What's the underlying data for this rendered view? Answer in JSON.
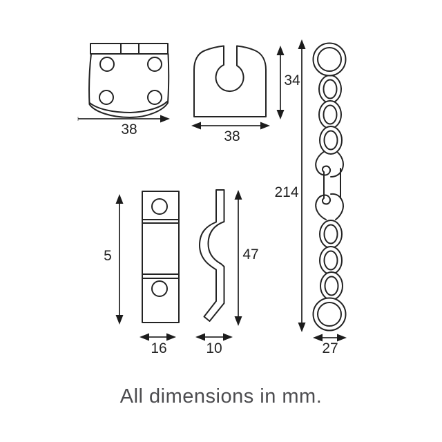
{
  "note": "All dimensions in mm.",
  "colors": {
    "background": "#ffffff",
    "line": "#232323",
    "label": "#232323",
    "note_text": "#4c4c4f"
  },
  "parts": {
    "hinge_plate": {
      "width_mm": "38"
    },
    "keeper_plate": {
      "width_mm": "38",
      "height_mm": "34"
    },
    "chain": {
      "length_mm": "214",
      "width_mm": "27"
    },
    "slide_plate": {
      "height_mm": "5",
      "width_mm": "16"
    },
    "s_bracket": {
      "height_mm": "47",
      "width_mm": "10"
    }
  }
}
